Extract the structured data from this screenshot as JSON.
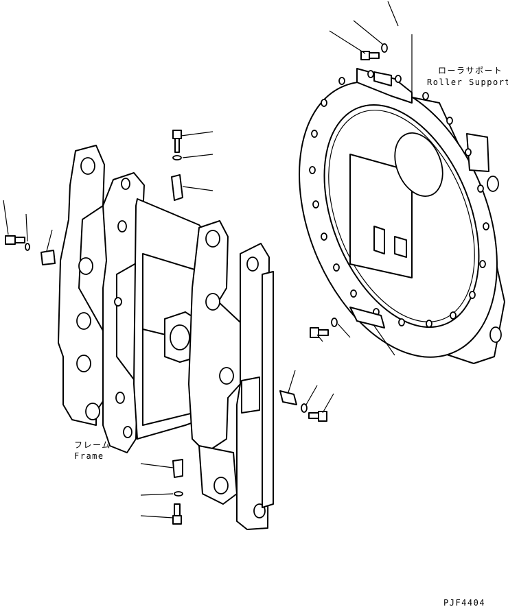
{
  "labels": {
    "roller_support_jp": "ローラサポート",
    "roller_support_en": "Roller Support",
    "frame_jp": "フレーム",
    "frame_en": "Frame",
    "drawing_code": "PJF4404"
  }
}
